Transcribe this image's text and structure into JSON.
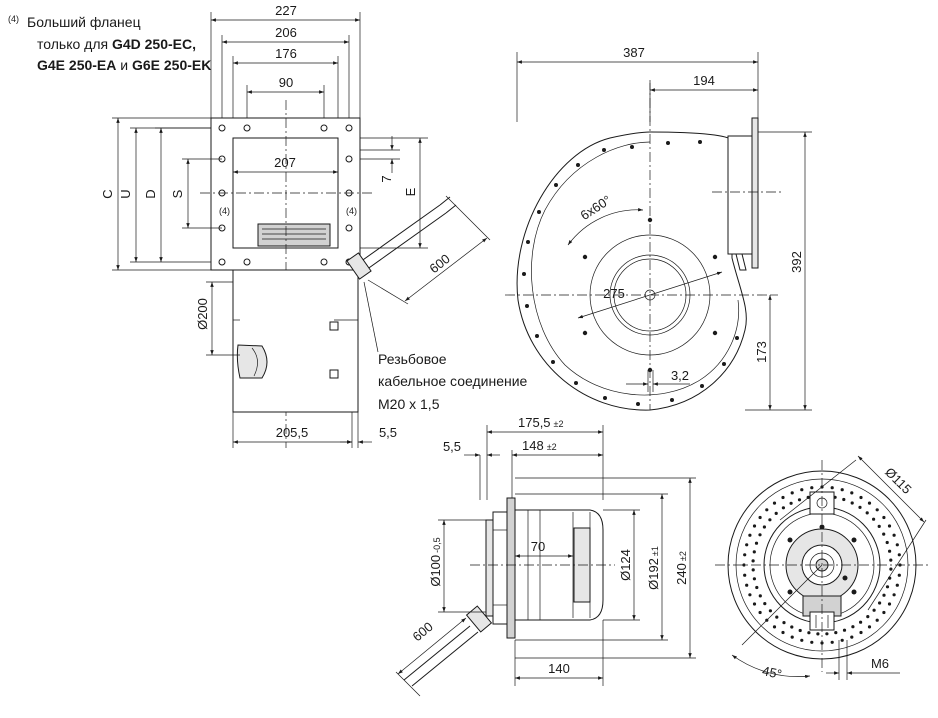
{
  "note": {
    "marker": "(4)",
    "line1": "Больший фланец",
    "line2_prefix": "только для ",
    "line2_model": "G4D 250-EC,",
    "line3_model_a": "G4E 250-EA",
    "line3_and": " и ",
    "line3_model_b": "G6E 250-EK"
  },
  "cable_note": {
    "line1": "Резьбовое",
    "line2": "кабельное соединение",
    "line3": "M20 x 1,5"
  },
  "front_view": {
    "dim_227": "227",
    "dim_206": "206",
    "dim_176": "176",
    "dim_90": "90",
    "dim_207": "207",
    "dim_7": "7",
    "label_c": "C",
    "label_u": "U",
    "label_d": "D",
    "label_s": "S",
    "label_e": "E",
    "mark_4_left": "(4)",
    "mark_4_right": "(4)",
    "dim_600": "600",
    "dim_d200": "Ø200",
    "dim_205_5": "205,5",
    "dim_5_5": "5,5"
  },
  "side_view": {
    "dim_387": "387",
    "dim_194": "194",
    "dim_holes": "6x60°",
    "dim_275": "275",
    "dim_392": "392",
    "dim_173": "173",
    "dim_3_2": "3,2"
  },
  "motor_view": {
    "dim_175_5": "175,5",
    "tol_175_5": "±2",
    "dim_148": "148",
    "tol_148": "±2",
    "dim_5_5": "5,5",
    "dim_d100": "Ø100",
    "tol_d100": "-0,5",
    "dim_70": "70",
    "dim_d124": "Ø124",
    "dim_d192": "Ø192",
    "tol_d192": "±1",
    "dim_240": "240",
    "tol_240": "±2",
    "dim_600": "600",
    "dim_140": "140"
  },
  "end_view": {
    "dim_d115": "Ø115",
    "dim_45": "45°",
    "dim_m6": "M6"
  }
}
